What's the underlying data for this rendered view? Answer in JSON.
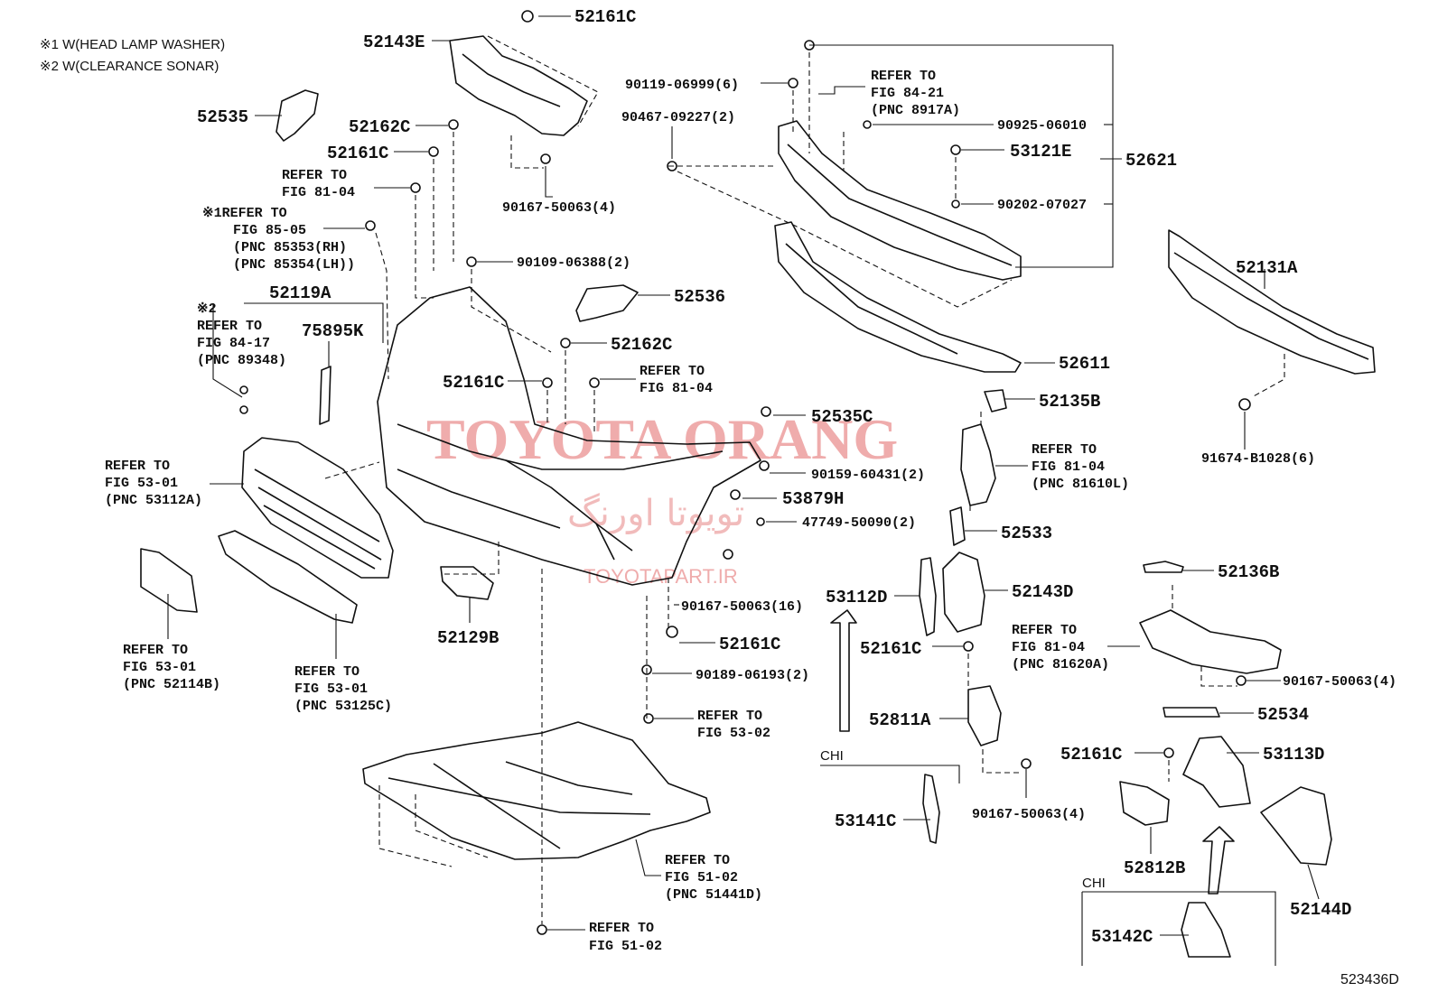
{
  "notes": {
    "n1": "※1 W(HEAD LAMP WASHER)",
    "n2": "※2 W(CLEARANCE SONAR)"
  },
  "watermark": {
    "main": "TOYOTA ORANG",
    "persian": "تویوتا اورنگ",
    "site": "TOYOTAPART.IR"
  },
  "diagram_code": "523436D",
  "labels": {
    "p52161C_top": "52161C",
    "p52143E": "52143E",
    "p52535": "52535",
    "p52162C_a": "52162C",
    "p52161C_a": "52161C",
    "ref8104_a1": "REFER TO",
    "ref8104_a2": "FIG 81-04",
    "ref8505_1": "※1REFER TO",
    "ref8505_2": "FIG 85-05",
    "ref8505_3": "(PNC 85353(RH)",
    "ref8505_4": "(PNC 85354(LH))",
    "p90109": "90109-06388(2)",
    "p52119A": "52119A",
    "ref8417_0": "※2",
    "ref8417_1": "REFER TO",
    "ref8417_2": "FIG 84-17",
    "ref8417_3": "(PNC 89348)",
    "p75895K": "75895K",
    "p52536": "52536",
    "p52162C_b": "52162C",
    "p52161C_b": "52161C",
    "ref8104_b1": "REFER TO",
    "ref8104_b2": "FIG 81-04",
    "ref5301a_1": "REFER TO",
    "ref5301a_2": "FIG 53-01",
    "ref5301a_3": "(PNC 53112A)",
    "ref5301b_1": "REFER TO",
    "ref5301b_2": "FIG 53-01",
    "ref5301b_3": "(PNC 52114B)",
    "ref5301c_1": "REFER TO",
    "ref5301c_2": "FIG 53-01",
    "ref5301c_3": "(PNC 53125C)",
    "p52129B": "52129B",
    "p90167_16": "90167-50063(16)",
    "p52161C_c": "52161C",
    "p90189": "90189-06193(2)",
    "ref5302_1": "REFER TO",
    "ref5302_2": "FIG 53-02",
    "ref5102a_1": "REFER TO",
    "ref5102a_2": "FIG 51-02",
    "ref5102a_3": "(PNC 51441D)",
    "ref5102b_1": "REFER TO",
    "ref5102b_2": "FIG 51-02",
    "p90167_4a": "90167-50063(4)",
    "p90119": "90119-06999(6)",
    "p90467": "90467-09227(2)",
    "ref8421_1": "REFER TO",
    "ref8421_2": "FIG 84-21",
    "ref8421_3": "(PNC 8917A)",
    "p90925": "90925-06010",
    "p53121E": "53121E",
    "p52621": "52621",
    "p90202": "90202-07027",
    "p52131A": "52131A",
    "p52611": "52611",
    "p52535C": "52535C",
    "p90159": "90159-60431(2)",
    "p53879H": "53879H",
    "p47749": "47749-50090(2)",
    "p52135B": "52135B",
    "ref8104_c1": "REFER TO",
    "ref8104_c2": "FIG 81-04",
    "ref8104_c3": "(PNC 81610L)",
    "p91674": "91674-B1028(6)",
    "p52533": "52533",
    "p53112D": "53112D",
    "p52143D": "52143D",
    "p52136B": "52136B",
    "ref8104_d1": "REFER TO",
    "ref8104_d2": "FIG 81-04",
    "ref8104_d3": "(PNC 81620A)",
    "p52161C_d": "52161C",
    "p90167_4b": "90167-50063(4)",
    "p52811A": "52811A",
    "p52534": "52534",
    "chi_a": "CHI",
    "p53141C": "53141C",
    "p90167_4c": "90167-50063(4)",
    "p52161C_e": "52161C",
    "p53113D": "53113D",
    "p52812B": "52812B",
    "p52144D": "52144D",
    "chi_b": "CHI",
    "p53142C": "53142C"
  }
}
